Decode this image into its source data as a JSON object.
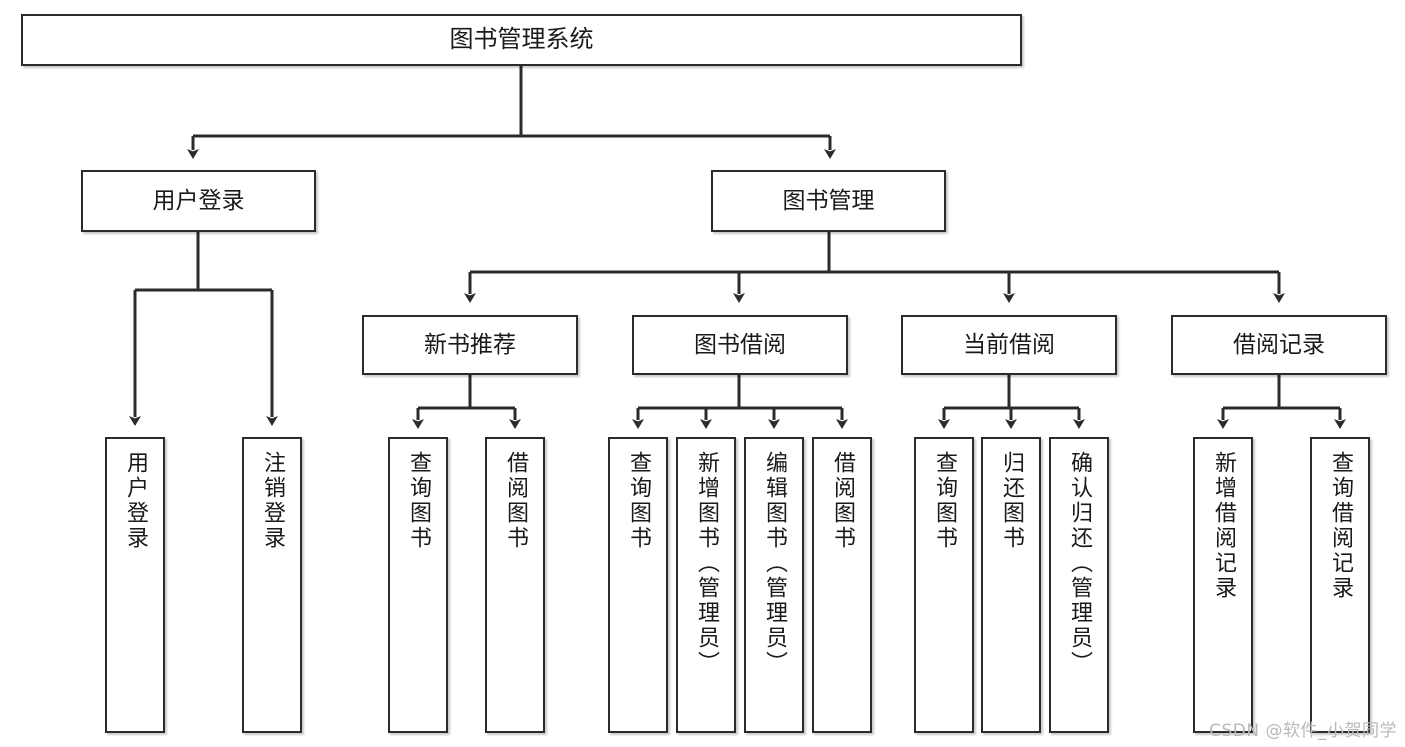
{
  "diagram": {
    "type": "tree",
    "title": "图书管理系统",
    "orientation": "top-down",
    "colors": {
      "box_border": "#2b2b2b",
      "box_fill": "#ffffff",
      "connector": "#2b2b2b",
      "text": "#1a1a1a",
      "watermark": "#b9b9b9"
    }
  },
  "watermark": {
    "text": "CSDN @软件_小贺同学"
  },
  "nodes": {
    "root": {
      "label": "图书管理系统"
    },
    "level2": [
      {
        "label": "用户登录"
      },
      {
        "label": "图书管理"
      }
    ],
    "level3": [
      {
        "label": "新书推荐"
      },
      {
        "label": "图书借阅"
      },
      {
        "label": "当前借阅"
      },
      {
        "label": "借阅记录"
      }
    ],
    "leaves": {
      "user_login": [
        {
          "label": "用户登录"
        },
        {
          "label": "注销登录"
        }
      ],
      "new_book": [
        {
          "label": "查询图书"
        },
        {
          "label": "借阅图书"
        }
      ],
      "borrow_book": [
        {
          "label": "查询图书"
        },
        {
          "label": "新增图书（管理员）"
        },
        {
          "label": "编辑图书（管理员）"
        },
        {
          "label": "借阅图书"
        }
      ],
      "current_borrow": [
        {
          "label": "查询图书"
        },
        {
          "label": "归还图书"
        },
        {
          "label": "确认归还（管理员）"
        }
      ],
      "borrow_record": [
        {
          "label": "新增借阅记录"
        },
        {
          "label": "查询借阅记录"
        }
      ]
    }
  },
  "edges": [
    {
      "from": "图书管理系统",
      "to": "用户登录"
    },
    {
      "from": "图书管理系统",
      "to": "图书管理"
    },
    {
      "from": "用户登录",
      "to": "用户登录"
    },
    {
      "from": "用户登录",
      "to": "注销登录"
    },
    {
      "from": "图书管理",
      "to": "新书推荐"
    },
    {
      "from": "图书管理",
      "to": "图书借阅"
    },
    {
      "from": "图书管理",
      "to": "当前借阅"
    },
    {
      "from": "图书管理",
      "to": "借阅记录"
    },
    {
      "from": "新书推荐",
      "to": "查询图书"
    },
    {
      "from": "新书推荐",
      "to": "借阅图书"
    },
    {
      "from": "图书借阅",
      "to": "查询图书"
    },
    {
      "from": "图书借阅",
      "to": "新增图书（管理员）"
    },
    {
      "from": "图书借阅",
      "to": "编辑图书（管理员）"
    },
    {
      "from": "图书借阅",
      "to": "借阅图书"
    },
    {
      "from": "当前借阅",
      "to": "查询图书"
    },
    {
      "from": "当前借阅",
      "to": "归还图书"
    },
    {
      "from": "当前借阅",
      "to": "确认归还（管理员）"
    },
    {
      "from": "借阅记录",
      "to": "新增借阅记录"
    },
    {
      "from": "借阅记录",
      "to": "查询借阅记录"
    }
  ]
}
